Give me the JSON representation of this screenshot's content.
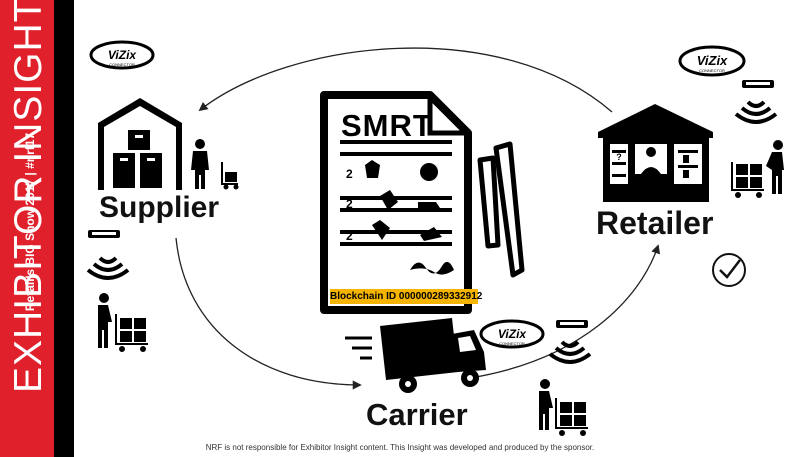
{
  "sidebar": {
    "title": "EXHIBITOR INSIGHTS",
    "subtitle": "Retail's BIG Show 2017  |  #nrf17",
    "color": "#e0202b"
  },
  "document": {
    "title": "SMRT",
    "blockchain_label": "Blockchain ID 000000289332912",
    "highlight_color": "#f4b400"
  },
  "nodes": {
    "supplier": "Supplier",
    "retailer": "Retailer",
    "carrier": "Carrier"
  },
  "brand": {
    "name": "ViZix",
    "tagline": "CONNECTOR"
  },
  "document_rows": [
    "2",
    "2",
    "2"
  ],
  "disclaimer": "NRF is not responsible for Exhibitor Insight content. This Insight was developed and produced by the sponsor."
}
